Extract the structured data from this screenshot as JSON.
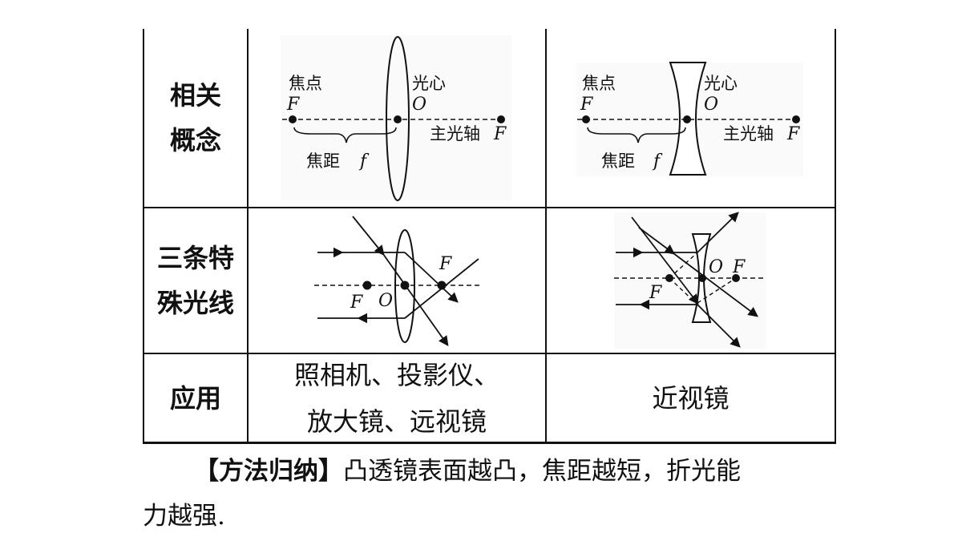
{
  "table": {
    "rows": [
      {
        "header_lines": [
          "相关",
          "概念"
        ]
      },
      {
        "header_lines": [
          "三条特",
          "殊光线"
        ]
      },
      {
        "header_lines": [
          "应用"
        ]
      }
    ],
    "applications": {
      "convex_lines": [
        "照相机、投影仪、",
        "放大镜、远视镜"
      ],
      "concave": "近视镜"
    }
  },
  "diagrams": {
    "focus_label": "焦点",
    "optical_center_label": "光心",
    "principal_axis_label": "主光轴",
    "focal_length_label": "焦距",
    "f_symbol": "F",
    "o_symbol": "O",
    "focal_length_symbol": "f"
  },
  "summary": {
    "bracket_title": "【方法归纳】",
    "line1": "凸透镜表面越凸，焦距越短，折光能",
    "line2": "力越强."
  }
}
